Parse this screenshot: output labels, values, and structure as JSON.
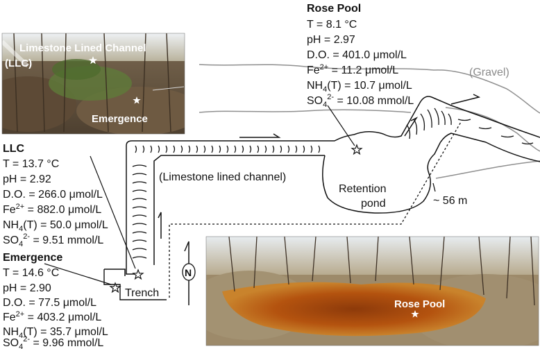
{
  "photos": {
    "top_left": {
      "label_llc_line1": "Limestone Lined Channel",
      "label_llc_line2": "(LLC)",
      "label_emergence": "Emergence",
      "colors": {
        "sky": "#e9edf0",
        "ground": "#6b5a45",
        "moss": "#5f7a3a"
      }
    },
    "bottom_right": {
      "label_rose_pool": "Rose Pool",
      "colors": {
        "sky": "#dfe6ea",
        "ground": "#8c7a60",
        "iron_water": "#b8560f"
      }
    }
  },
  "sites": {
    "rose_pool": {
      "name": "Rose Pool",
      "T": "T = 8.1 °C",
      "pH": "pH = 2.97",
      "DO": "D.O. = 401.0 μmol/L",
      "Fe_prefix": "Fe",
      "Fe_sup": "2+",
      "Fe_value": " = 11.2 μmol/L",
      "NH4_prefix": "NH",
      "NH4_sub": "4",
      "NH4_value": "(T) = 10.7 μmol/L",
      "SO4_prefix": "SO",
      "SO4_sub": "4",
      "SO4_sup": "2-",
      "SO4_value": " = 10.08 mmol/L"
    },
    "llc": {
      "name": "LLC",
      "T": "T = 13.7 °C",
      "pH": "pH = 2.92",
      "DO": "D.O. = 266.0 μmol/L",
      "Fe_prefix": "Fe",
      "Fe_sup": "2+",
      "Fe_value": " = 882.0 μmol/L",
      "NH4_prefix": "NH",
      "NH4_sub": "4",
      "NH4_value": "(T) = 50.0 μmol/L",
      "SO4_prefix": "SO",
      "SO4_sub": "4",
      "SO4_sup": "2-",
      "SO4_value": " = 9.51 mmol/L"
    },
    "emergence": {
      "name": "Emergence",
      "T": "T = 14.6 °C",
      "pH": "pH = 2.90",
      "DO": "D.O. = 77.5 μmol/L",
      "Fe_prefix": "Fe",
      "Fe_sup": "2+",
      "Fe_value": " = 403.2 μmol/L",
      "NH4_prefix": "NH",
      "NH4_sub": "4",
      "NH4_value": "(T) = 35.7 μmol/L",
      "SO4_prefix": "SO",
      "SO4_sub": "4",
      "SO4_sup": "2-",
      "SO4_value": " = 9.96 mmol/L"
    }
  },
  "map": {
    "gravel": "(Gravel)",
    "channel": "(Limestone lined channel)",
    "pond_line1": "Retention",
    "pond_line2": "pond",
    "distance": "~ 56 m",
    "trench": "Trench",
    "north": "N",
    "icons": [
      "site-star-icon",
      "north-arrow-icon",
      "flow-arrow-icon"
    ]
  }
}
